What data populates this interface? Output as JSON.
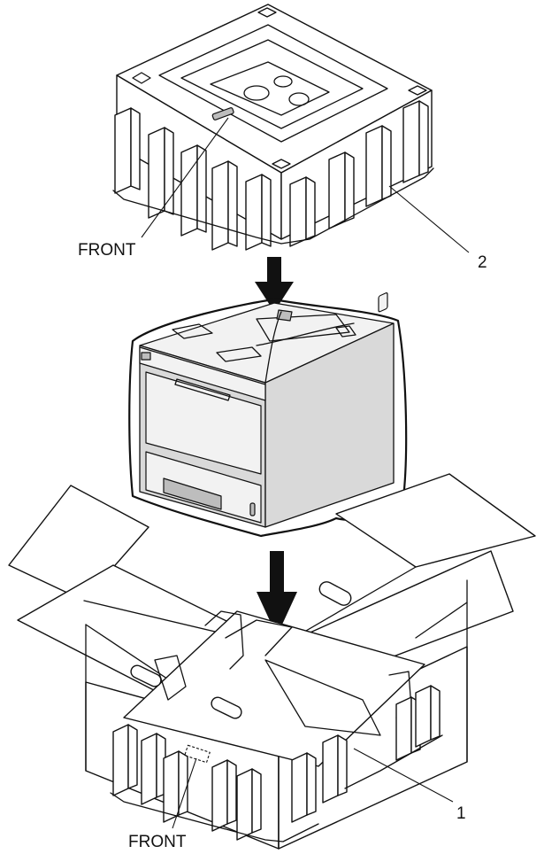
{
  "labels": {
    "front_top": "FRONT",
    "front_bottom": "FRONT",
    "callout_2": "2",
    "callout_1": "1"
  },
  "colors": {
    "line": "#111111",
    "printer_face": "#d9d9d9",
    "background": "#ffffff"
  }
}
